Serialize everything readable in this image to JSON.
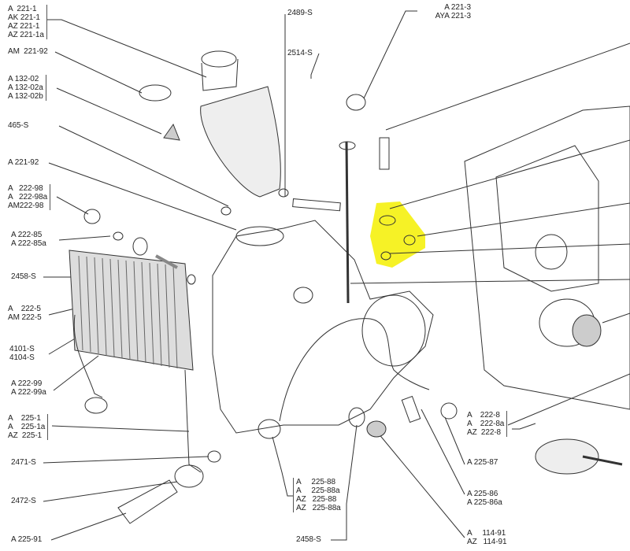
{
  "diagram": {
    "labels_left": [
      {
        "lines": [
          "A  221-1",
          "AK 221-1",
          "AZ 221-1",
          "AZ 221-1a"
        ]
      },
      {
        "lines": [
          "AM  221-92"
        ]
      },
      {
        "lines": [
          "A 132-02",
          "A 132-02a",
          "A 132-02b"
        ]
      },
      {
        "lines": [
          "465-S"
        ]
      },
      {
        "lines": [
          "A 221-92"
        ]
      },
      {
        "lines": [
          "A   222-98",
          "A   222-98a",
          "AM222-98"
        ]
      },
      {
        "lines": [
          "A 222-85",
          "A 222-85a"
        ]
      },
      {
        "lines": [
          "2458-S"
        ]
      },
      {
        "lines": [
          "A    222-5",
          "AM 222-5"
        ]
      },
      {
        "lines": [
          "4101-S",
          "4104-S"
        ]
      },
      {
        "lines": [
          "A 222-99",
          "A 222-99a"
        ]
      },
      {
        "lines": [
          "A    225-1",
          "A    225-1a",
          "AZ  225-1"
        ]
      },
      {
        "lines": [
          "2471-S"
        ]
      },
      {
        "lines": [
          "2472-S"
        ]
      },
      {
        "lines": [
          "A 225-91"
        ]
      }
    ],
    "labels_top": [
      {
        "lines": [
          "2489-S"
        ]
      },
      {
        "lines": [
          "2514-S"
        ]
      },
      {
        "lines": [
          "A 221-3",
          "AYA 221-3"
        ]
      }
    ],
    "labels_bottom": [
      {
        "lines": [
          "A     225-88",
          "A     225-88a",
          "AZ   225-88",
          "AZ   225-88a"
        ]
      },
      {
        "lines": [
          "2458-S"
        ]
      },
      {
        "lines": [
          "A    222-8",
          "A    222-8a",
          "AZ  222-8"
        ]
      },
      {
        "lines": [
          "A 225-87"
        ]
      },
      {
        "lines": [
          "A 225-86",
          "A 225-86a"
        ]
      },
      {
        "lines": [
          "A     114-91",
          "AZ   114-91"
        ]
      }
    ],
    "highlight_color": "#f5f000"
  }
}
